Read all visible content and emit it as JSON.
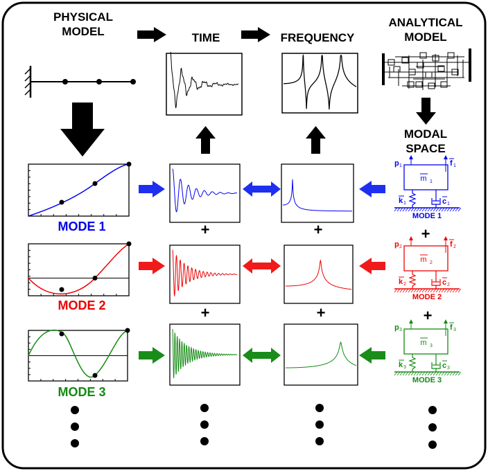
{
  "headers": {
    "physical_model": [
      "PHYSICAL",
      "MODEL"
    ],
    "time": "TIME",
    "frequency": "FREQUENCY",
    "analytical_model": [
      "ANALYTICAL",
      "MODEL"
    ],
    "modal_space": [
      "MODAL",
      "SPACE"
    ]
  },
  "operators": {
    "plus": "+"
  },
  "modes": [
    {
      "label": "MODE 1",
      "color": "#0000ee",
      "arrow_color": "#1f2ff0",
      "sdof": {
        "force": "f",
        "force_sub": "1",
        "disp": "p",
        "disp_sub": "1",
        "mass": "m",
        "mass_sub": "1",
        "spring": "k",
        "spring_sub": "1",
        "damper": "c",
        "damper_sub": "1",
        "caption": "MODE 1"
      }
    },
    {
      "label": "MODE 2",
      "color": "#ee0000",
      "arrow_color": "#f01a1a",
      "sdof": {
        "force": "f",
        "force_sub": "2",
        "disp": "p",
        "disp_sub": "2",
        "mass": "m",
        "mass_sub": "2",
        "spring": "k",
        "spring_sub": "2",
        "damper": "c",
        "damper_sub": "2",
        "caption": "MODE 2"
      }
    },
    {
      "label": "MODE 3",
      "color": "#138a13",
      "arrow_color": "#1a8c1a",
      "sdof": {
        "force": "f",
        "force_sub": "3",
        "disp": "p",
        "disp_sub": "3",
        "mass": "m",
        "mass_sub": "3",
        "spring": "k",
        "spring_sub": "3",
        "damper": "c",
        "damper_sub": "3",
        "caption": "MODE 3"
      }
    }
  ],
  "colors": {
    "ink": "#000000",
    "paper": "#ffffff"
  }
}
